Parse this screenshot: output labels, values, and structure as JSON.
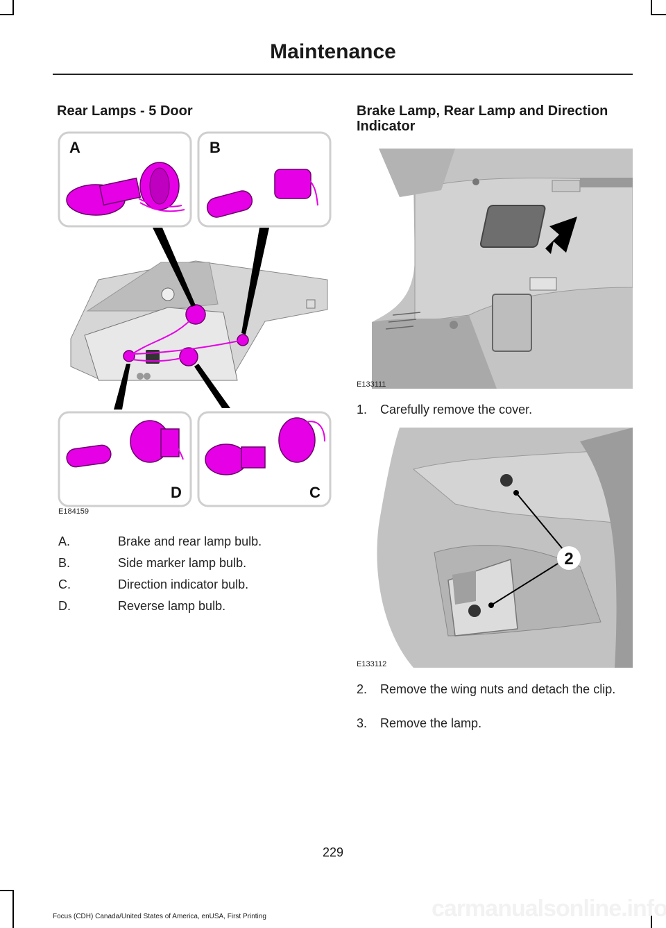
{
  "header": {
    "title": "Maintenance"
  },
  "left": {
    "section_title": "Rear Lamps - 5 Door",
    "figure": {
      "code": "E184159",
      "callouts": {
        "a": "A",
        "b": "B",
        "c": "C",
        "d": "D"
      }
    },
    "items": [
      {
        "letter": "A.",
        "text": "Brake and rear lamp bulb."
      },
      {
        "letter": "B.",
        "text": "Side marker lamp bulb."
      },
      {
        "letter": "C.",
        "text": "Direction indicator bulb."
      },
      {
        "letter": "D.",
        "text": "Reverse lamp bulb."
      }
    ]
  },
  "right": {
    "section_title_line1": "Brake Lamp, Rear Lamp and Direction",
    "section_title_line2": "Indicator",
    "figure1": {
      "code": "E133111"
    },
    "figure2": {
      "code": "E133112",
      "callout": "2"
    },
    "steps": [
      {
        "num": "1.",
        "text": "Carefully remove the cover."
      },
      {
        "num": "2.",
        "text": "Remove the wing nuts and detach the clip."
      },
      {
        "num": "3.",
        "text": "Remove the lamp."
      }
    ]
  },
  "page_number": "229",
  "footer": "Focus (CDH) Canada/United States of America, enUSA, First Printing",
  "watermark": "carmanualsonline.info",
  "colors": {
    "highlight": "#e600e6",
    "panel_border": "#cfcfcf",
    "metal": "#b8b8b8"
  }
}
